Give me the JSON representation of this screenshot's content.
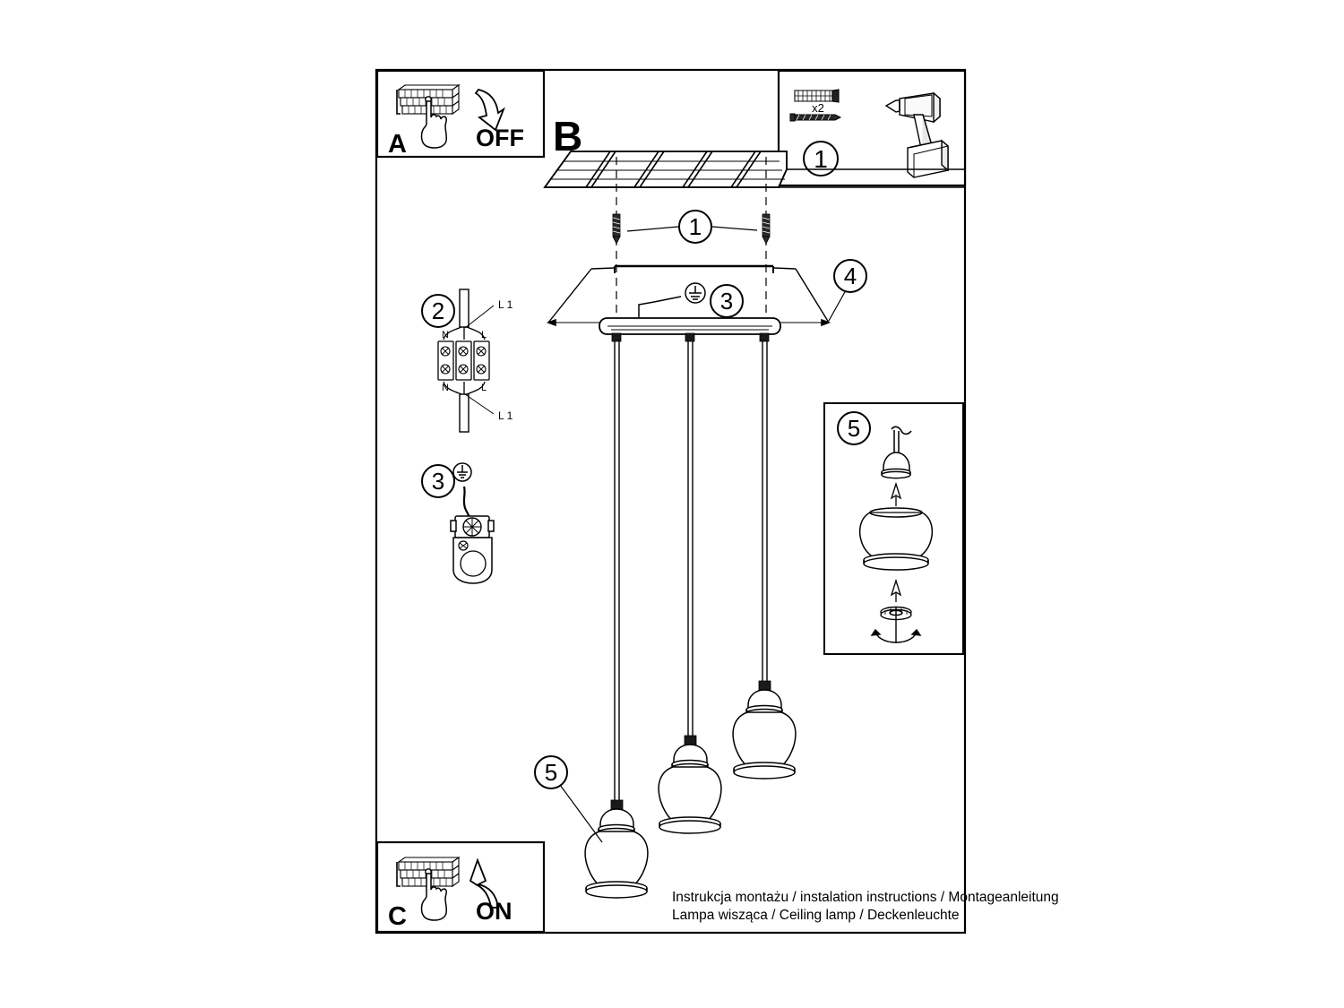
{
  "document": {
    "title": "Instrukcja montażu / instalation instructions / Montageanleitung",
    "subtitle": "Lampa wisząca / Ceiling lamp / Deckenleuchte"
  },
  "panels": {
    "a": {
      "letter": "A",
      "action_label": "OFF",
      "icon_breaker": "breaker-panel-icon",
      "icon_hand": "hand-pointing-icon",
      "icon_arrow": "arrow-down-icon"
    },
    "b": {
      "letter": "B"
    },
    "c": {
      "letter": "C",
      "action_label": "ON",
      "icon_breaker": "breaker-panel-icon",
      "icon_hand": "hand-pointing-icon",
      "icon_arrow": "arrow-up-icon"
    },
    "parts": {
      "step_number": "1",
      "quantity": "x2",
      "icon_wallplug": "wall-plug-icon",
      "icon_screw": "screw-icon",
      "icon_drill": "power-drill-icon"
    },
    "shade": {
      "step_number": "5",
      "icon_lampholder": "lamp-holder-icon",
      "icon_globe": "globe-shade-icon",
      "icon_ring": "ring-nut-icon",
      "icon_arrow_up": "arrow-up-icon",
      "icon_rotate": "rotate-arrow-icon"
    }
  },
  "steps": {
    "wiring": {
      "number": "2",
      "terminal_labels_top": [
        "N",
        "L"
      ],
      "terminal_labels_bottom": [
        "N",
        "L"
      ],
      "lead_label_top": "L 1",
      "lead_label_bottom": "L 1",
      "icon_terminal_block": "terminal-block-icon"
    },
    "earth": {
      "number": "3",
      "icon_earth": "earth-ground-symbol-icon",
      "icon_bracket": "earth-bracket-icon"
    }
  },
  "callouts": {
    "screws": "1",
    "ceiling_fix": "1",
    "earth_canopy": "3",
    "canopy": "4",
    "shade_main": "5"
  },
  "icons": {
    "ceiling": "wood-plank-ceiling-icon",
    "canopy_plate": "canopy-mounting-plate-icon",
    "pendant_cable": "pendant-cable-icon",
    "pendant_globe": "pendant-globe-shade-icon"
  }
}
